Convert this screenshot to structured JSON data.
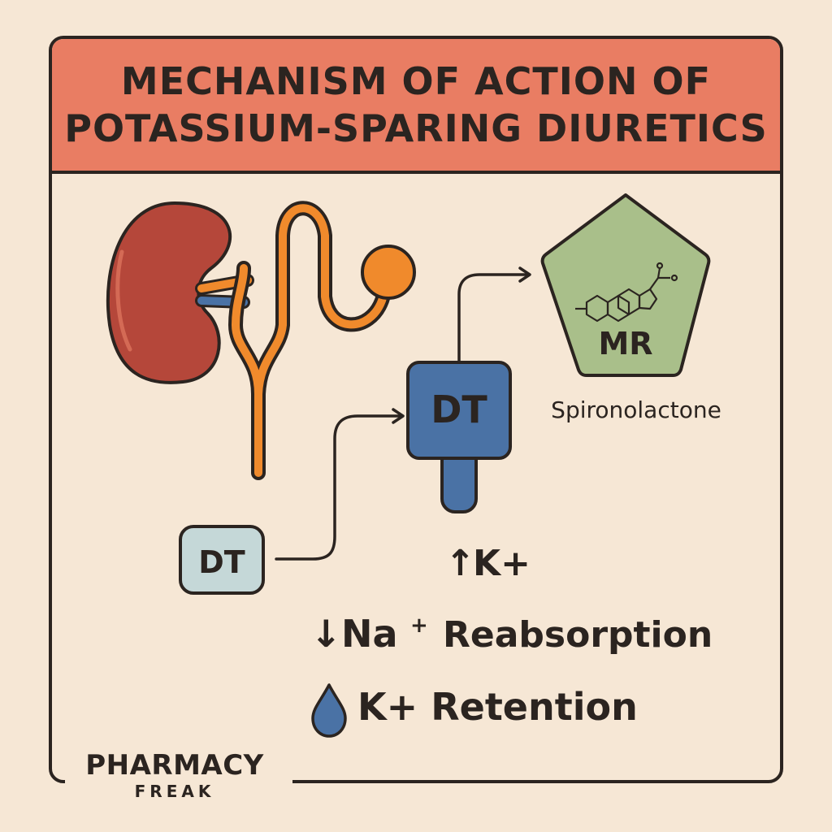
{
  "title": {
    "line1": "MECHANISM OF ACTION OF",
    "line2": "POTASSIUM-SPARING DIURETICS"
  },
  "receptor": {
    "label": "MR",
    "drug_name": "Spironolactone"
  },
  "channel": {
    "label": "DT"
  },
  "drug_box": {
    "label": "DT"
  },
  "effects": {
    "k_increase": "K+",
    "na_label": "Na",
    "na_superscript": "+",
    "na_text": "Reabsorption",
    "k_retention": "K+ Retention"
  },
  "arrows": {
    "up": "↑",
    "down": "↓"
  },
  "brand": {
    "name": "PHARMACY",
    "sub": "FREAK"
  },
  "icons": [
    "kidney-icon",
    "nephron-tubule-icon",
    "steroid-molecule-icon",
    "water-drop-icon"
  ],
  "colors": {
    "background": "#f6e7d5",
    "banner": "#e97d63",
    "kidney": "#b5473a",
    "tubule": "#f08a2c",
    "receptor": "#a9bf8a",
    "channel": "#4a72a5",
    "drug_box": "#c5d8d8",
    "outline": "#2b2420"
  }
}
